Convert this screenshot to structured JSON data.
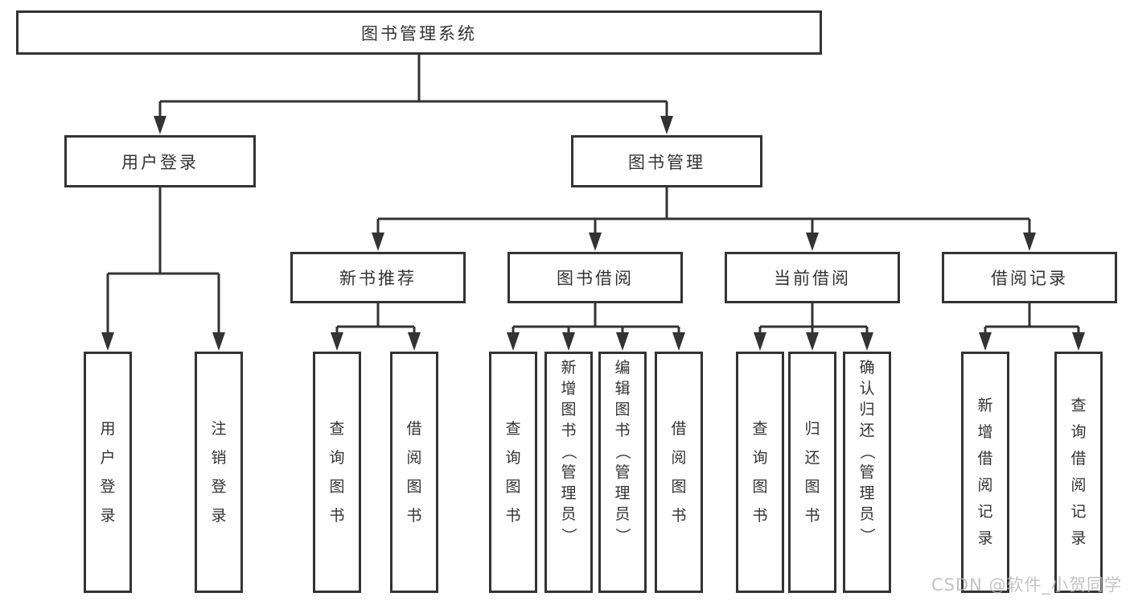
{
  "tree": {
    "label": "图书管理系统",
    "children": [
      {
        "label": "用户登录",
        "children": [
          {
            "label": "用户登录"
          },
          {
            "label": "注销登录"
          }
        ]
      },
      {
        "label": "图书管理",
        "children": [
          {
            "label": "新书推荐",
            "children": [
              {
                "label": "查询图书"
              },
              {
                "label": "借阅图书"
              }
            ]
          },
          {
            "label": "图书借阅",
            "children": [
              {
                "label": "查询图书"
              },
              {
                "label": "新增图书（管理员）"
              },
              {
                "label": "编辑图书（管理员）"
              },
              {
                "label": "借阅图书"
              }
            ]
          },
          {
            "label": "当前借阅",
            "children": [
              {
                "label": "查询图书"
              },
              {
                "label": "归还图书"
              },
              {
                "label": "确认归还（管理员）"
              }
            ]
          },
          {
            "label": "借阅记录",
            "children": [
              {
                "label": "新增借阅记录"
              },
              {
                "label": "查询借阅记录"
              }
            ]
          }
        ]
      }
    ]
  },
  "watermark": {
    "text": "CSDN @软件_小贺同学"
  },
  "colors": {
    "line": "#333333",
    "box_border": "#333333",
    "text": "#333333",
    "watermark": "#b9b9b9",
    "background": "#ffffff"
  }
}
